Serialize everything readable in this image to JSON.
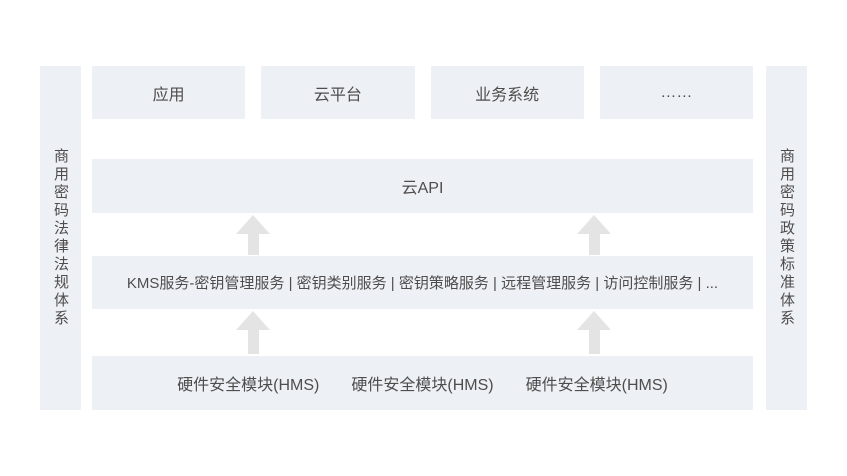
{
  "colors": {
    "background": "#ffffff",
    "box_fill": "#edf1f6",
    "arrow": "#e4e4e4",
    "text": "#4f4c4c"
  },
  "left_bar": {
    "label": "商用密码法律法规体系"
  },
  "right_bar": {
    "label": "商用密码政策标准体系"
  },
  "top_row": {
    "items": [
      {
        "label": "应用"
      },
      {
        "label": "云平台"
      },
      {
        "label": "业务系统"
      },
      {
        "label": "……"
      }
    ]
  },
  "api_row": {
    "label": "云API"
  },
  "kms_row": {
    "label": "KMS服务-密钥管理服务 | 密钥类别服务 | 密钥策略服务 | 远程管理服务 | 访问控制服务 | ..."
  },
  "hms_row": {
    "items": [
      {
        "label": "硬件安全模块(HMS)"
      },
      {
        "label": "硬件安全模块(HMS)"
      },
      {
        "label": "硬件安全模块(HMS)"
      }
    ]
  }
}
